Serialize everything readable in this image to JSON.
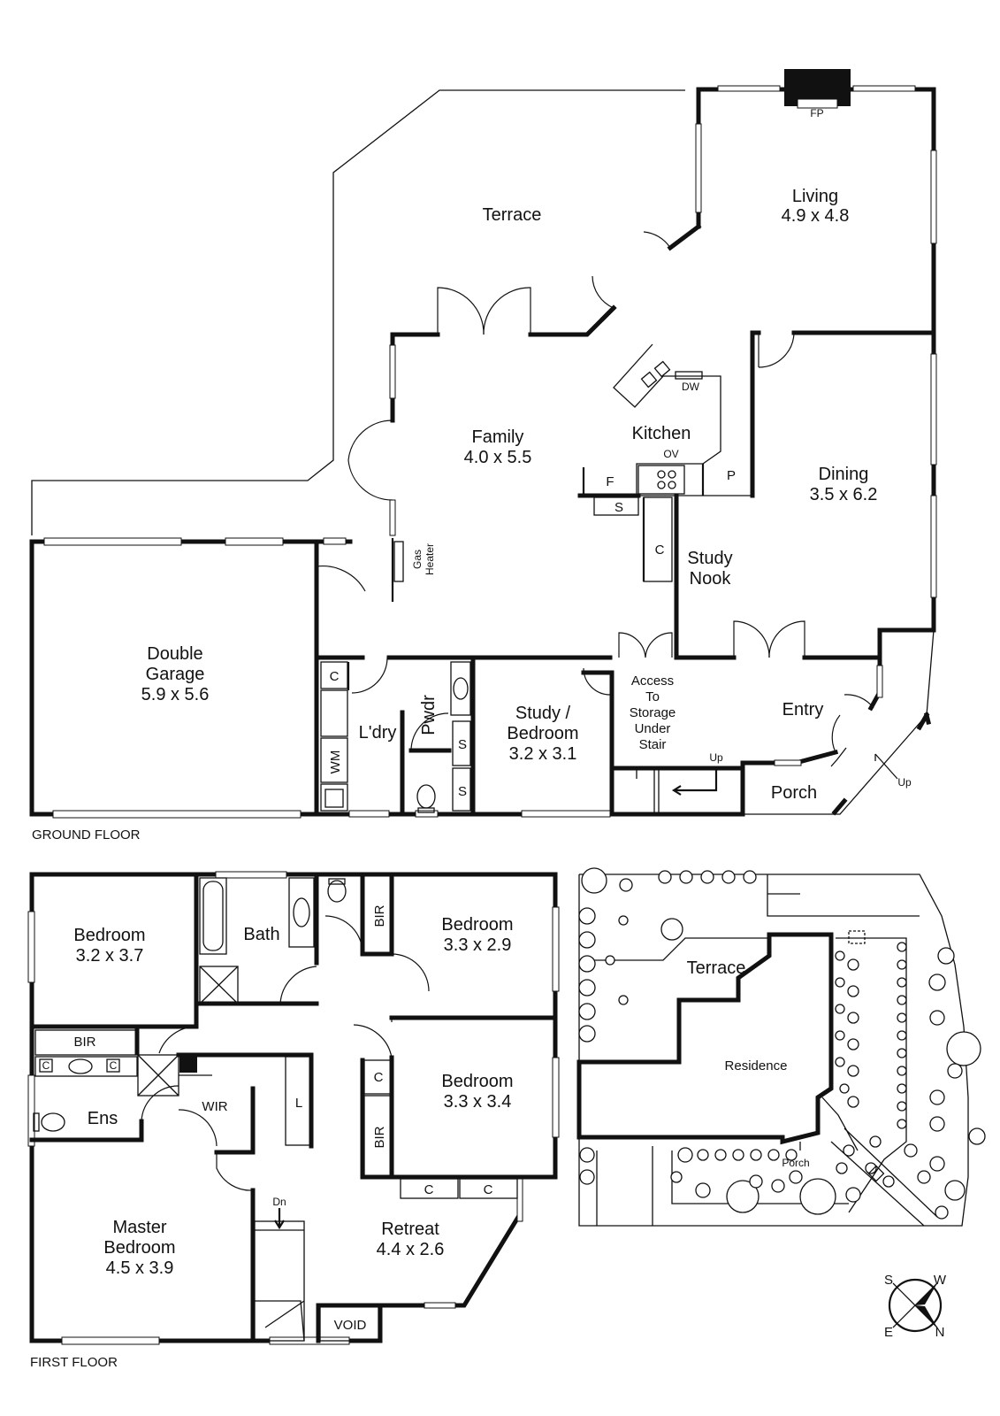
{
  "ground_floor": {
    "label": "GROUND FLOOR",
    "rooms": {
      "terrace": {
        "name": "Terrace"
      },
      "living": {
        "name": "Living",
        "size": "4.9 x 4.8"
      },
      "family": {
        "name": "Family",
        "size": "4.0 x 5.5"
      },
      "kitchen": {
        "name": "Kitchen"
      },
      "dining": {
        "name": "Dining",
        "size": "3.5 x 6.2"
      },
      "study_nook": {
        "line1": "Study",
        "line2": "Nook"
      },
      "double_garage": {
        "line1": "Double",
        "line2": "Garage",
        "size": "5.9 x 5.6"
      },
      "laundry": {
        "name": "L'dry"
      },
      "powder": {
        "name": "Pwdr"
      },
      "study_bedroom": {
        "line1": "Study /",
        "line2": "Bedroom",
        "size": "3.2 x 3.1"
      },
      "access_storage": {
        "line1": "Access",
        "line2": "To",
        "line3": "Storage",
        "line4": "Under",
        "line5": "Stair"
      },
      "entry": {
        "name": "Entry"
      },
      "porch": {
        "name": "Porch"
      }
    },
    "fixtures": {
      "fp": "FP",
      "dw": "DW",
      "ov": "OV",
      "fridge": "F",
      "pantry": "P",
      "sink": "S",
      "cupboard_nook": "C",
      "gas_heater_line1": "Gas",
      "gas_heater_line2": "Heater",
      "cupboard_laundry": "C",
      "wm": "WM",
      "shower_1": "S",
      "shower_2": "S",
      "stair_up": "Up",
      "porch_up": "Up"
    }
  },
  "first_floor": {
    "label": "FIRST FLOOR",
    "rooms": {
      "bedroom_1": {
        "name": "Bedroom",
        "size": "3.2 x 3.7"
      },
      "bath": {
        "name": "Bath"
      },
      "bedroom_2": {
        "name": "Bedroom",
        "size": "3.3 x 2.9"
      },
      "bedroom_3": {
        "name": "Bedroom",
        "size": "3.3 x 3.4"
      },
      "ensuite": {
        "name": "Ens"
      },
      "wir": {
        "name": "WIR"
      },
      "master_bedroom": {
        "line1": "Master",
        "line2": "Bedroom",
        "size": "4.5 x 3.9"
      },
      "retreat": {
        "name": "Retreat",
        "size": "4.4 x 2.6"
      }
    },
    "fixtures": {
      "bir_1": "BIR",
      "bir_2": "BIR",
      "bir_3": "BIR",
      "c_ens_left": "C",
      "c_ens_right": "C",
      "linen": "L",
      "c_bed3": "C",
      "c_retreat_1": "C",
      "c_retreat_2": "C",
      "stair_down": "Dn",
      "void": "VOID"
    }
  },
  "site_plan": {
    "terrace": "Terrace",
    "residence": "Residence",
    "porch": "Porch"
  },
  "compass": {
    "s": "S",
    "w": "W",
    "e": "E",
    "n": "N"
  }
}
